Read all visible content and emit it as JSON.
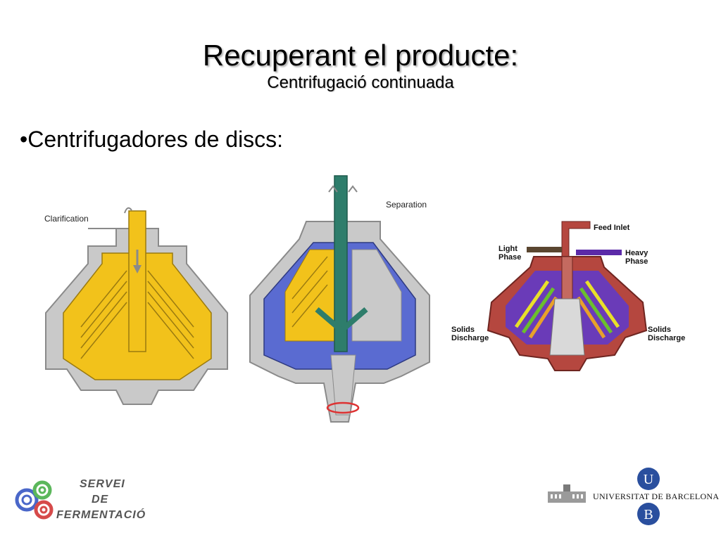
{
  "header": {
    "title": "Recuperant el producte:",
    "subtitle": "Centrifugació continuada"
  },
  "bullet": "•Centrifugadores de discs:",
  "figures": {
    "clarification": {
      "label": "Clarification"
    },
    "separation": {
      "label": "Separation"
    },
    "three_phase": {
      "feed_inlet": "Feed Inlet",
      "light_phase": [
        "Light",
        "Phase"
      ],
      "heavy_phase": [
        "Heavy",
        "Phase"
      ],
      "solids_left": [
        "Solids",
        "Discharge"
      ],
      "solids_right": [
        "Solids",
        "Discharge"
      ]
    }
  },
  "logos": {
    "servei": [
      "SERVEI",
      "DE",
      "FERMENTACIÓ"
    ],
    "ub_letters": [
      "U",
      "B"
    ],
    "ub_name": "UNIVERSITAT DE BARCELONA"
  },
  "colors": {
    "yellow": "#f2c21b",
    "gray": "#c9c9c9",
    "blue": "#5a6bd1",
    "green": "#2e7d6b",
    "red_body": "#b5473f",
    "ub_blue": "#2a4f9e"
  }
}
